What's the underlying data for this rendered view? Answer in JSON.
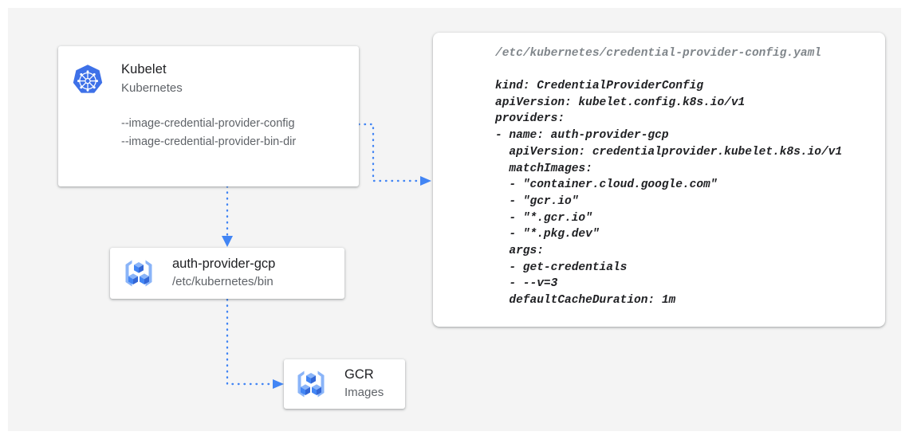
{
  "theme": {
    "canvas_bg": "#f4f4f4",
    "page_bg": "#ffffff",
    "card_bg": "#ffffff",
    "accent_blue": "#4285f4",
    "icon_blue_light": "#8ab4f8",
    "text_primary": "#202124",
    "text_secondary": "#5f6368",
    "text_muted": "#80868b",
    "connector_blue": "#4285f4"
  },
  "kubelet": {
    "icon": "kubernetes-logo-icon",
    "title": "Kubelet",
    "subtitle": "Kubernetes",
    "flags": [
      "--image-credential-provider-config",
      "--image-credential-provider-bin-dir"
    ]
  },
  "auth_provider": {
    "icon": "container-registry-icon",
    "title": "auth-provider-gcp",
    "subtitle": "/etc/kubernetes/bin"
  },
  "gcr": {
    "icon": "container-registry-icon",
    "title": "GCR",
    "subtitle": "Images"
  },
  "yaml_panel": {
    "filename": "/etc/kubernetes/credential-provider-config.yaml",
    "lines": [
      "kind: CredentialProviderConfig",
      "apiVersion: kubelet.config.k8s.io/v1",
      "providers:",
      "- name: auth-provider-gcp",
      "  apiVersion: credentialprovider.kubelet.k8s.io/v1",
      "  matchImages:",
      "  - \"container.cloud.google.com\"",
      "  - \"gcr.io\"",
      "  - \"*.gcr.io\"",
      "  - \"*.pkg.dev\"",
      "  args:",
      "  - get-credentials",
      "  - --v=3",
      "  defaultCacheDuration: 1m"
    ]
  },
  "connectors": [
    {
      "name": "kubelet-config-flag-to-yaml-panel",
      "from": "kubelet.flags.0",
      "to": "yaml_panel",
      "style": "dotted",
      "arrowhead": "end"
    },
    {
      "name": "kubelet-to-auth-provider",
      "from": "kubelet",
      "to": "auth_provider",
      "style": "dotted",
      "arrowhead": "end"
    },
    {
      "name": "auth-provider-to-gcr",
      "from": "auth_provider",
      "to": "gcr",
      "style": "dotted",
      "arrowhead": "end"
    }
  ]
}
